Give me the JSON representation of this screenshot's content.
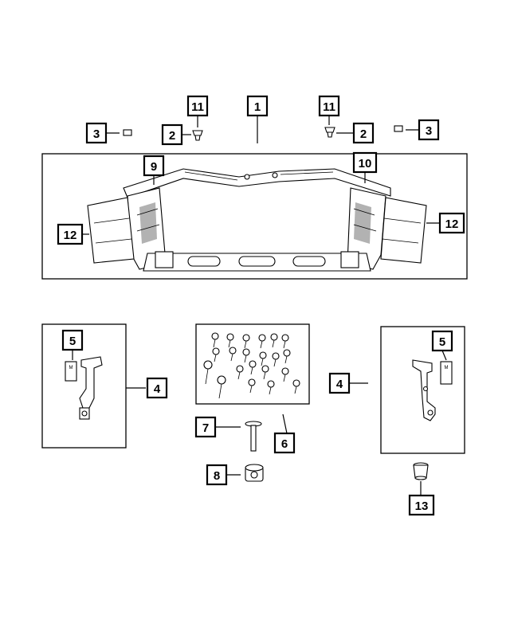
{
  "callouts": {
    "c1": "1",
    "c2a": "2",
    "c2b": "2",
    "c3a": "3",
    "c3b": "3",
    "c4a": "4",
    "c4b": "4",
    "c5a": "5",
    "c5b": "5",
    "c6": "6",
    "c7": "7",
    "c8": "8",
    "c9": "9",
    "c10": "10",
    "c11a": "11",
    "c11b": "11",
    "c12a": "12",
    "c12b": "12",
    "c13": "13"
  },
  "bracket_label": "M"
}
